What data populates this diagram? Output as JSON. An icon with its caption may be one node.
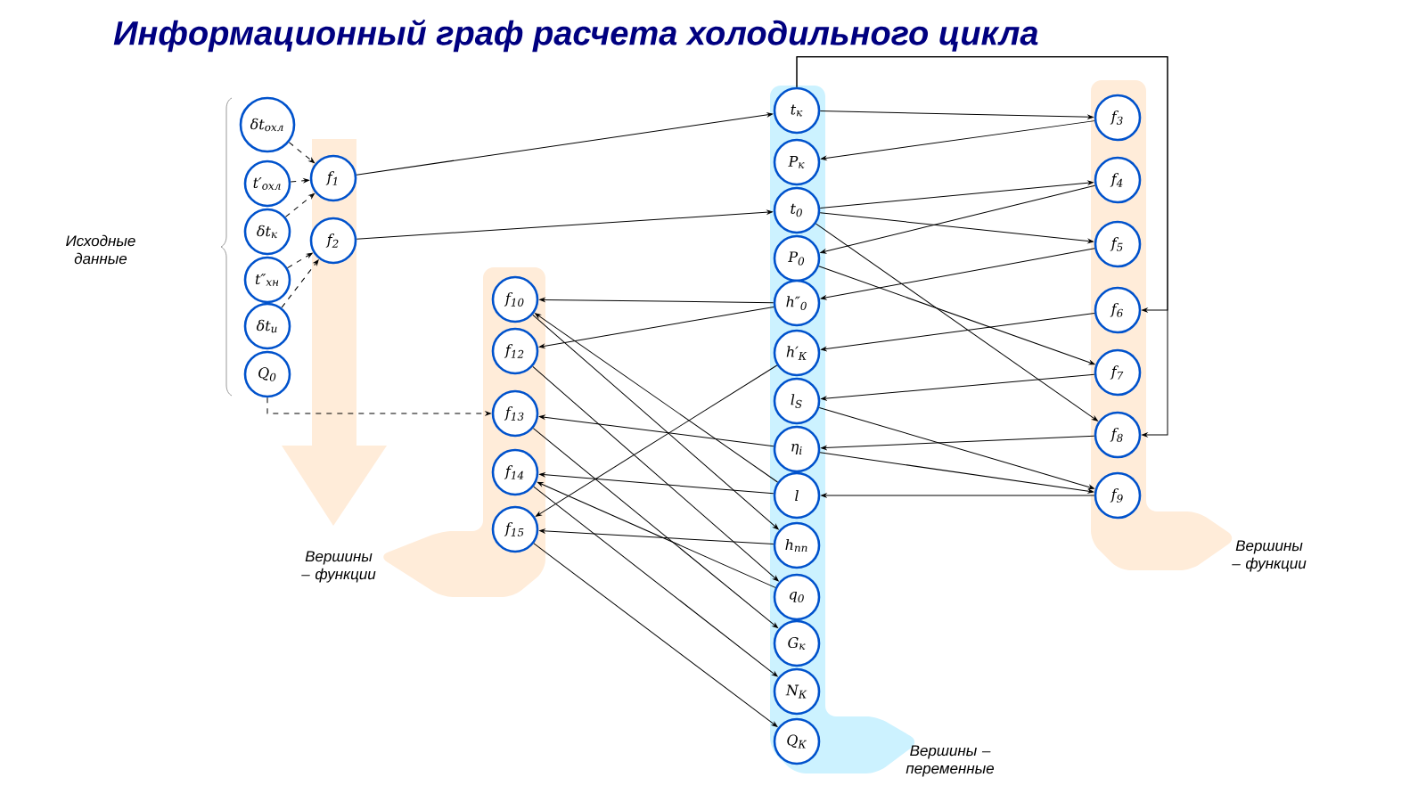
{
  "diagram": {
    "title": "Информационный граф расчета холодильного цикла",
    "nodes": [
      {
        "text": [
          "δt$_{охл}$"
        ]
      },
      {
        "text": [
          "t′$_{охл}$"
        ]
      },
      {
        "text": [
          "δt$_{к}$"
        ]
      },
      {
        "text": [
          "t″$_{хн}$"
        ]
      },
      {
        "text": [
          "δt$_{и}$"
        ]
      },
      {
        "text": [
          "Q$_{0}$"
        ]
      },
      {
        "text": [
          "f$_{1}$"
        ]
      },
      {
        "text": [
          "f$_{2}$"
        ]
      },
      {
        "text": [
          "f$_{10}$"
        ]
      },
      {
        "text": [
          "f$_{12}$"
        ]
      },
      {
        "text": [
          "f$_{13}$"
        ]
      },
      {
        "text": [
          "f$_{14}$"
        ]
      },
      {
        "text": [
          "f$_{15}$"
        ]
      },
      {
        "text": [
          "t$_{к}$"
        ]
      },
      {
        "text": [
          "P$_{к}$"
        ]
      },
      {
        "text": [
          "t$_{0}$"
        ]
      },
      {
        "text": [
          "P$_{0}$"
        ]
      },
      {
        "text": [
          "h″$_{0}$"
        ]
      },
      {
        "text": [
          "h′$_{К}$"
        ]
      },
      {
        "text": [
          "l$_{S}$"
        ]
      },
      {
        "text": [
          "η$_{i}$"
        ]
      },
      {
        "text": [
          "l"
        ]
      },
      {
        "text": [
          "h$_{пп}$"
        ]
      },
      {
        "text": [
          "q$_{0}$"
        ]
      },
      {
        "text": [
          "G$_{к}$"
        ]
      },
      {
        "text": [
          "N$_{К}$"
        ]
      },
      {
        "text": [
          "Q$_{К}$"
        ]
      },
      {
        "text": [
          "f$_{3}$"
        ]
      },
      {
        "text": [
          "f$_{4}$"
        ]
      },
      {
        "text": [
          "f$_{5}$"
        ]
      },
      {
        "text": [
          "f$_{6}$"
        ]
      },
      {
        "text": [
          "f$_{7}$"
        ]
      },
      {
        "text": [
          "f$_{8}$"
        ]
      },
      {
        "text": [
          "f$_{9}$"
        ]
      }
    ],
    "edges": [
      {
        "from": 0,
        "to": 6,
        "arrow": "to",
        "style": "dashed"
      },
      {
        "from": 1,
        "to": 6,
        "arrow": "to",
        "style": "dashed"
      },
      {
        "from": 2,
        "to": 6,
        "arrow": "to",
        "style": "dashed"
      },
      {
        "from": 3,
        "to": 7,
        "arrow": "to",
        "style": "dashed"
      },
      {
        "from": 4,
        "to": 7,
        "arrow": "to",
        "style": "dashed"
      },
      {
        "from": 5,
        "to": 10,
        "arrow": "to",
        "style": "dashed"
      },
      {
        "from": 6,
        "to": 13,
        "arrow": "to"
      },
      {
        "from": 7,
        "to": 15,
        "arrow": "to"
      },
      {
        "from": 13,
        "to": 27,
        "arrow": "to"
      },
      {
        "from": 27,
        "to": 14,
        "arrow": "to"
      },
      {
        "from": 15,
        "to": 28,
        "arrow": "to"
      },
      {
        "from": 28,
        "to": 16,
        "arrow": "to"
      },
      {
        "from": 15,
        "to": 29,
        "arrow": "to"
      },
      {
        "from": 29,
        "to": 17,
        "arrow": "to"
      },
      {
        "from": 30,
        "to": 18,
        "arrow": "to"
      },
      {
        "from": 16,
        "to": 31,
        "arrow": "to"
      },
      {
        "from": 15,
        "to": 32,
        "arrow": "to"
      },
      {
        "from": 31,
        "to": 19,
        "arrow": "to"
      },
      {
        "from": 19,
        "to": 33,
        "arrow": "to"
      },
      {
        "from": 32,
        "to": 20,
        "arrow": "to"
      },
      {
        "from": 20,
        "to": 33,
        "arrow": "to"
      },
      {
        "from": 33,
        "to": 21,
        "arrow": "to"
      },
      {
        "from": 13,
        "to": 30,
        "arrow": "to"
      },
      {
        "from": 13,
        "to": 32,
        "arrow": "to"
      },
      {
        "from": 17,
        "to": 8,
        "arrow": "to"
      },
      {
        "from": 17,
        "to": 9,
        "arrow": "to"
      },
      {
        "from": 18,
        "to": 12,
        "arrow": "to"
      },
      {
        "from": 21,
        "to": 8,
        "arrow": "to"
      },
      {
        "from": 8,
        "to": 22,
        "arrow": "to"
      },
      {
        "from": 20,
        "to": 10,
        "arrow": "to"
      },
      {
        "from": 21,
        "to": 11,
        "arrow": "to"
      },
      {
        "from": 23,
        "to": 11,
        "arrow": "to"
      },
      {
        "from": 22,
        "to": 12,
        "arrow": "to"
      },
      {
        "from": 9,
        "to": 23,
        "arrow": "to"
      },
      {
        "from": 10,
        "to": 24,
        "arrow": "to"
      },
      {
        "from": 11,
        "to": 25,
        "arrow": "to"
      },
      {
        "from": 12,
        "to": 26,
        "arrow": "to"
      }
    ],
    "labels": [
      "Исходные данные",
      "Вершины – функции",
      "Вершины – переменные",
      "Вершины – функции"
    ]
  }
}
